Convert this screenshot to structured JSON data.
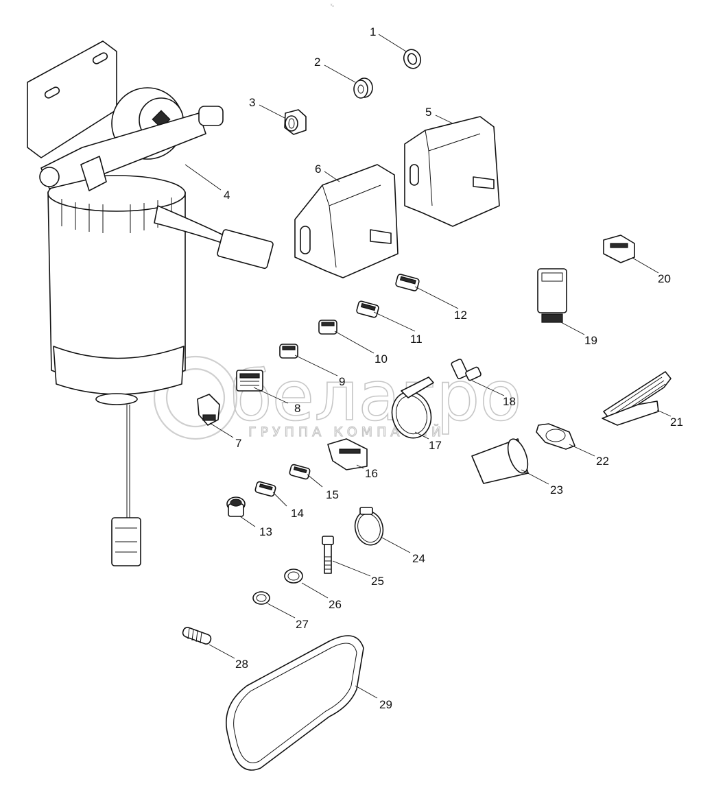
{
  "diagram": {
    "type": "exploded-parts-view",
    "top_mark": "ᵛₙ",
    "watermark": {
      "brand": "белагро",
      "subtitle": "ГРУППА КОМПАНИЙ"
    },
    "callouts": [
      {
        "num": "1",
        "part": "spring-washer"
      },
      {
        "num": "2",
        "part": "washer"
      },
      {
        "num": "3",
        "part": "hex-nut"
      },
      {
        "num": "4",
        "part": "fuel-filter-assembly"
      },
      {
        "num": "5",
        "part": "bracket"
      },
      {
        "num": "6",
        "part": "bracket"
      },
      {
        "num": "7",
        "part": "sensor"
      },
      {
        "num": "8",
        "part": "connector-block"
      },
      {
        "num": "9",
        "part": "connector"
      },
      {
        "num": "10",
        "part": "connector"
      },
      {
        "num": "11",
        "part": "connector"
      },
      {
        "num": "12",
        "part": "connector"
      },
      {
        "num": "13",
        "part": "cap"
      },
      {
        "num": "14",
        "part": "connector"
      },
      {
        "num": "15",
        "part": "connector"
      },
      {
        "num": "16",
        "part": "connector"
      },
      {
        "num": "17",
        "part": "v-band-clamp"
      },
      {
        "num": "18",
        "part": "sensor"
      },
      {
        "num": "19",
        "part": "relay-connector"
      },
      {
        "num": "20",
        "part": "connector"
      },
      {
        "num": "21",
        "part": "accelerator-pedal"
      },
      {
        "num": "22",
        "part": "gasket"
      },
      {
        "num": "23",
        "part": "sleeve"
      },
      {
        "num": "24",
        "part": "hose-clamp"
      },
      {
        "num": "25",
        "part": "bolt"
      },
      {
        "num": "26",
        "part": "sealing-ring"
      },
      {
        "num": "27",
        "part": "sealing-ring"
      },
      {
        "num": "28",
        "part": "stud"
      },
      {
        "num": "29",
        "part": "drive-belt"
      }
    ]
  }
}
